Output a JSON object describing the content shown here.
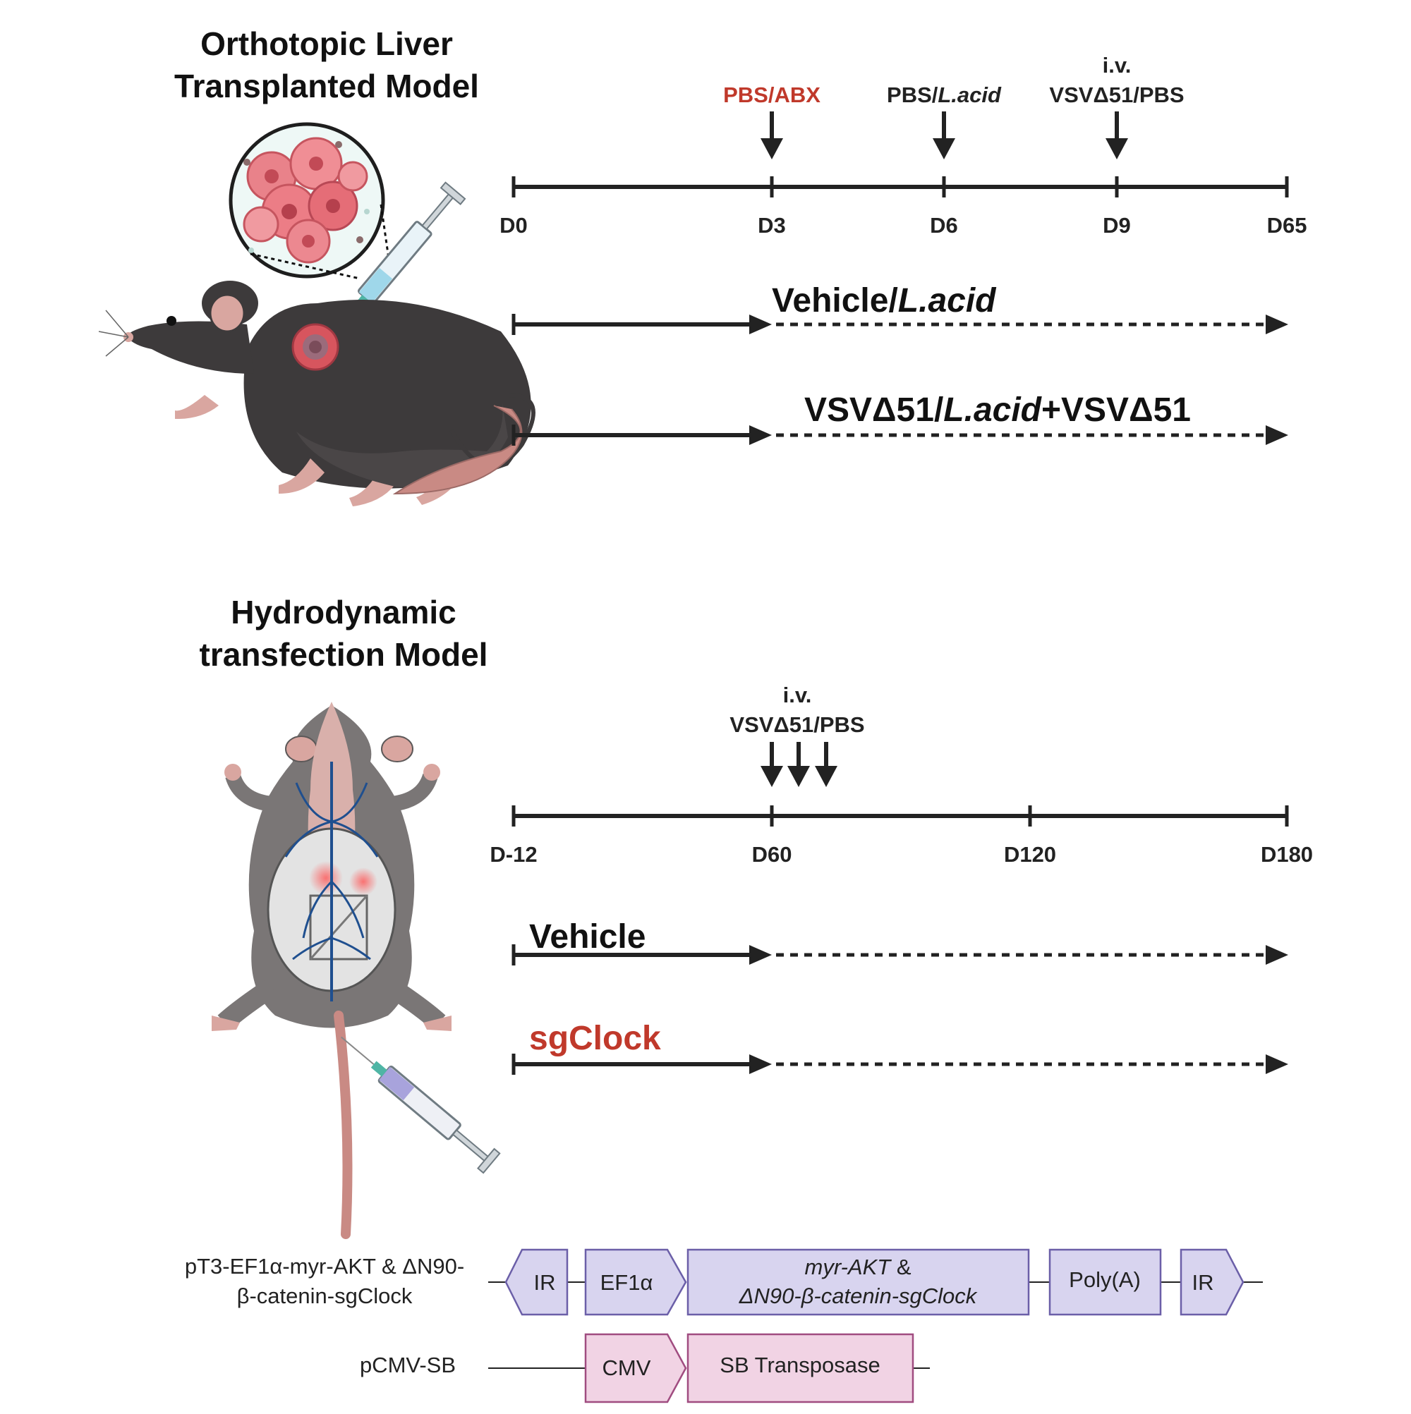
{
  "colors": {
    "ink": "#222222",
    "accent_red": "#c0392b",
    "mouse_dark": "#3d3a3b",
    "mouse_grey": "#7a7676",
    "skin_pink": "#d9a6a0",
    "tumor_pink": "#e8747c",
    "construct_purple_fill": "#d8d4ef",
    "construct_purple_stroke": "#6b5fa8",
    "construct_pink_fill": "#f1d3e4",
    "construct_pink_stroke": "#a04c80",
    "vein_blue": "#1f4f8f"
  },
  "top": {
    "title_line1": "Orthotopic Liver",
    "title_line2": "Transplanted Model",
    "events": {
      "e1": {
        "label": "PBS/ABX"
      },
      "e2": {
        "label_plain": "PBS/",
        "label_italic": "L.acid"
      },
      "e3": {
        "label_line1": "i.v.",
        "label_line2": "VSVΔ51/PBS"
      }
    },
    "ticks": [
      "D0",
      "D3",
      "D6",
      "D9",
      "D65"
    ],
    "group1": {
      "label_plain": "Vehicle/",
      "label_italic": "L.acid"
    },
    "group2": {
      "label_plain1": "VSVΔ51/",
      "label_italic": "L.acid",
      "label_plain2": "+VSVΔ51"
    }
  },
  "bottom": {
    "title_line1": "Hydrodynamic",
    "title_line2": "transfection Model",
    "event": {
      "label_line1": "i.v.",
      "label_line2": "VSVΔ51/PBS"
    },
    "ticks": [
      "D-12",
      "D60",
      "D120",
      "D180"
    ],
    "group1": {
      "label": "Vehicle"
    },
    "group2": {
      "label": "sgClock"
    }
  },
  "constructs": {
    "c1": {
      "name_line1": "pT3-EF1α-myr-AKT & ΔN90-",
      "name_line2": "β-catenin-sgClock",
      "ir_left": "IR",
      "promoter": "EF1α",
      "gene_italic1": "myr-AKT",
      "gene_amp": " &",
      "gene_italic2": "ΔN90-β-catenin-sgClock",
      "polya": "Poly(A)",
      "ir_right": "IR"
    },
    "c2": {
      "name": "pCMV-SB",
      "promoter": "CMV",
      "gene": "SB Transposase"
    }
  }
}
